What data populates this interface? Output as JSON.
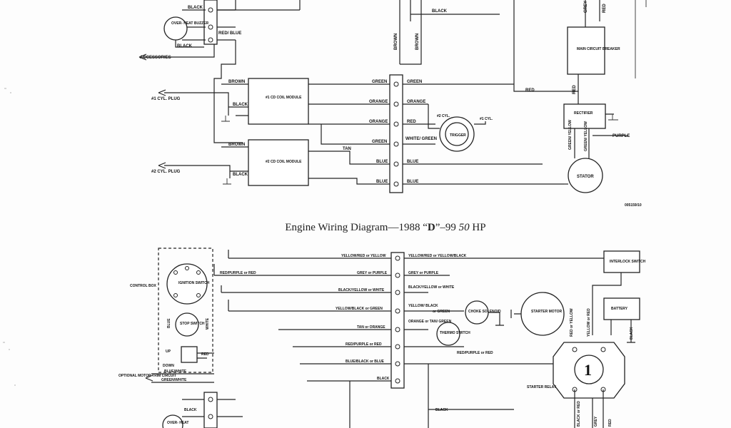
{
  "diagram_title": {
    "prefix": "Engine Wiring Diagram",
    "dash": "—",
    "year": "1988 “",
    "model_letter": "D",
    "model_suffix": "”–99 ",
    "hp_value": "50",
    "hp_unit": " HP"
  },
  "figure_code": "005159/10",
  "top_diagram": {
    "wire_labels": {
      "black_top_left": "BLACK",
      "black_top_center": "BLACK",
      "grey": "GREY",
      "red_top_right": "RED",
      "red_blue": "RED/ BLUE",
      "black_buzzer": "BLACK",
      "brown_a": "BROWN",
      "brown_b": "BROWN",
      "brown_coil1": "BROWN",
      "black_coil1": "BLACK",
      "brown_coil2": "BROWN",
      "black_coil2": "BLACK",
      "green_left": "GREEN",
      "green_right": "GREEN",
      "orange_left": "ORANGE",
      "orange_right": "ORANGE",
      "orange_left_2": "ORANGE",
      "red_trigger": "RED",
      "green_left_2": "GREEN",
      "white_green": "WHITE/ GREEN",
      "tan": "TAN",
      "blue_1": "BLUE",
      "blue_1r": "BLUE",
      "blue_2": "BLUE",
      "blue_2r": "BLUE",
      "red_breaker": "RED",
      "red_vertical": "RED",
      "green_yellow": "GREEN/ YELLOW",
      "green_yellow_2": "GREEN/ YELLOW",
      "purple": "PURPLE"
    },
    "components": {
      "buzzer": "OVER- HEAT BUZZER",
      "accessories": "ACCESSORIES",
      "cyl1_plug": "#1 CYL. PLUG",
      "cyl2_plug": "#2 CYL. PLUG",
      "cd_coil_1": "#1 CD COIL MODULE",
      "cd_coil_2": "#2 CD COIL MODULE",
      "trigger": "TRIGGER",
      "cyl2_trigger": "#2 CYL.",
      "cyl1_trigger": "#1 CYL.",
      "main_breaker": "MAIN CIRCUIT BREAKER",
      "rectifier": "RECTIFIER",
      "stator": "STATOR"
    }
  },
  "bottom_diagram": {
    "wire_labels": {
      "yellow_red": "YELLOW/RED or YELLOW",
      "yellow_red_black": "YELLOW/RED or YELLOW/BLACK",
      "red_purple": "RED/PURPLE or RED",
      "grey_purple_l": "GREY or PURPLE",
      "grey_purple_r": "GREY or PURPLE",
      "black_yellow": "BLACK/YELLOW or WHITE",
      "black_yellow_r": "BLACK/YELLOW or WHITE",
      "yellow_black": "YELLOW/BLACK or GREEN",
      "yellow_black_r": "YELLOW/ BLACK",
      "or_green": "or GREEN",
      "tan_orange": "TAN or ORANGE",
      "orange_tan_green": "ORANGE or TAN/ GREEN",
      "red_purple_2": "RED/PURPLE or RED",
      "red_purple_3": "RED/PURPLE or RED",
      "blue_black": "BLUE/BLACK or BLUE",
      "black_1": "BLACK",
      "red_small": "RED",
      "blue_white": "BLUE/WHITE",
      "green_white": "GREEN/WHITE",
      "blue_v": "BLUE",
      "white_v": "WHITE",
      "black_bottom": "BLACK",
      "black_bottom_c": "BLACK",
      "red_yellow_v": "RED or YELLOW",
      "yellow_red_v": "YELLOW or RED",
      "black_v": "BLACK",
      "black_or_red": "BLACK or RED",
      "grey_v": "GREY",
      "red_v_b": "RED"
    },
    "components": {
      "control_box": "CONTROL BOX",
      "ignition_switch": "IGNITION SWITCH",
      "stop_switch": "STOP SWITCH",
      "up": "UP",
      "down": "DOWN",
      "trim_circuit": "OPTIONAL MOTOR TRIM CIRCUIT",
      "interlock_switch": "INTERLOCK SWITCH",
      "choke_solenoid": "CHOKE SOLENOID",
      "thermo_switch": "THERMO SWITCH",
      "starter_motor": "STARTER MOTOR",
      "battery": "BATTERY",
      "starter_relay": "STARTER RELAY",
      "relay_mark": "1",
      "overheat_buzzer": "OVER- HEAT"
    }
  }
}
